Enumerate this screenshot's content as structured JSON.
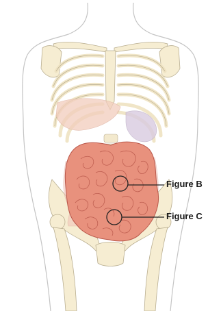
{
  "labels": {
    "figure_b": "Figure B",
    "figure_c": "Figure C"
  },
  "colors": {
    "skin_outline": "#bdbdbd",
    "bone_fill": "#f6edd2",
    "bone_stroke": "#b9ae90",
    "intestine_fill": "#e8917d",
    "intestine_stroke": "#b9574a",
    "liver_fill": "#f2cdbd",
    "stomach_fill": "#d9cbe0",
    "marker_stroke": "#222222"
  },
  "icons": [
    "torso-outline",
    "rib-cage",
    "spine",
    "pelvis",
    "femur",
    "small-intestine",
    "large-intestine",
    "marker-circle"
  ]
}
